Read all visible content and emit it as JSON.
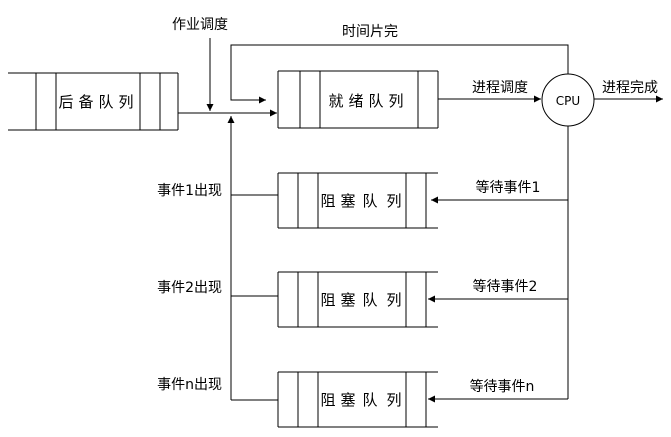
{
  "labels": {
    "job_scheduling": "作业调度",
    "time_slice_done": "时间片完",
    "process_scheduling": "进程调度",
    "process_complete": "进程完成",
    "cpu": "CPU"
  },
  "queues": {
    "backup": [
      "后",
      "备",
      "队",
      "列"
    ],
    "ready": [
      "就",
      "绪",
      "队",
      "列"
    ],
    "blocked": [
      "阻",
      "塞",
      "队",
      "列"
    ]
  },
  "events": [
    {
      "wait_label": "等待事件1",
      "occur_label": "事件1出现"
    },
    {
      "wait_label": "等待事件2",
      "occur_label": "事件2出现"
    },
    {
      "wait_label": "等待事件n",
      "occur_label": "事件n出现"
    }
  ],
  "colors": {
    "line": "#000000",
    "background": "#ffffff"
  }
}
